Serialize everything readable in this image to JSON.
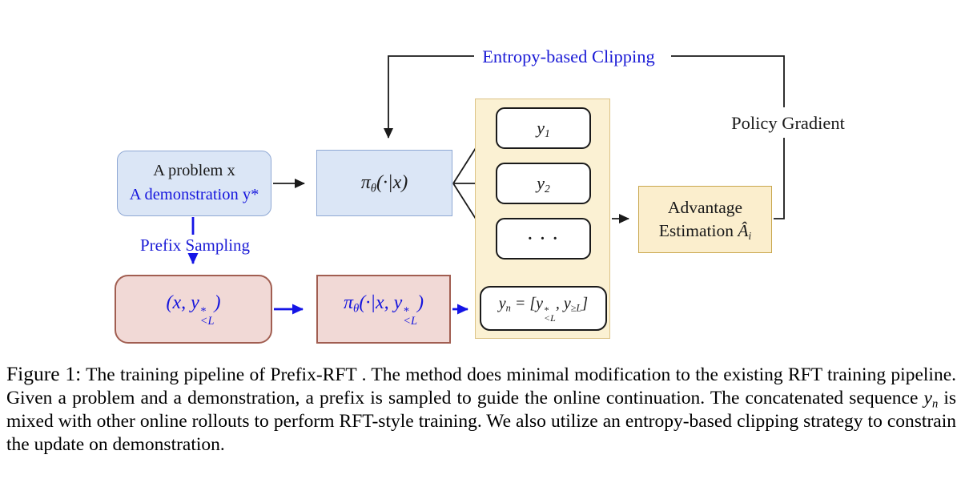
{
  "labels": {
    "entropy": "Entropy-based Clipping",
    "policy": "Policy Gradient",
    "prefix_sampling": "Prefix Sampling"
  },
  "problem_box": {
    "line1": "A problem x",
    "line2": "A demonstration y*"
  },
  "pi_box": {
    "pi": "π",
    "theta": "θ",
    "args": "(·|x)"
  },
  "rollout_boxes": {
    "y1_base": "y",
    "y1_sub": "1",
    "y2_base": "y",
    "y2_sub": "2",
    "dots": "· · ·"
  },
  "yn_box": {
    "y": "y",
    "sub_n": "n",
    "eq": " = [",
    "y2": "y",
    "sup": "*",
    "sub": "<L",
    "comma": ", ",
    "y3": "y",
    "sub_geq": "≥L",
    "close": "]"
  },
  "advantage_box": {
    "line1": "Advantage",
    "line2": "Estimation",
    "ahat": "Â",
    "sub_i": "i"
  },
  "prefix_box": {
    "pre": "(x, y",
    "sup": "*",
    "sub": "<L",
    "post": ")"
  },
  "prefix_pi_box": {
    "pi": "π",
    "theta": "θ",
    "mid": "(·|x, y",
    "sup": "*",
    "sub": "<L",
    "post": ")"
  },
  "caption": {
    "label": "Figure 1:",
    "part1": " The training pipeline of Prefix-RFT . The method does minimal modification to the existing RFT training pipeline. Given a problem and a demonstration, a prefix is sampled to guide the online continuation. The concatenated sequence ",
    "yn_base": "y",
    "yn_sub": "n",
    "part2": " is mixed with other online rollouts to perform RFT-style training. We also utilize an entropy-based clipping strategy to constrain the update on demonstration."
  },
  "colors": {
    "blue_box_fill": "#dbe6f6",
    "blue_box_border": "#8fa8d4",
    "red_box_fill": "#f1d9d6",
    "red_box_border": "#a15e51",
    "yellow_container_fill": "#fbf1d3",
    "yellow_container_border": "#dcc386",
    "advantage_fill": "#fbeecd",
    "advantage_border": "#c9a74e",
    "ink_blue": "#1414dd",
    "label_blue": "#1b1bd6",
    "ink_black": "#1a1a1a"
  }
}
